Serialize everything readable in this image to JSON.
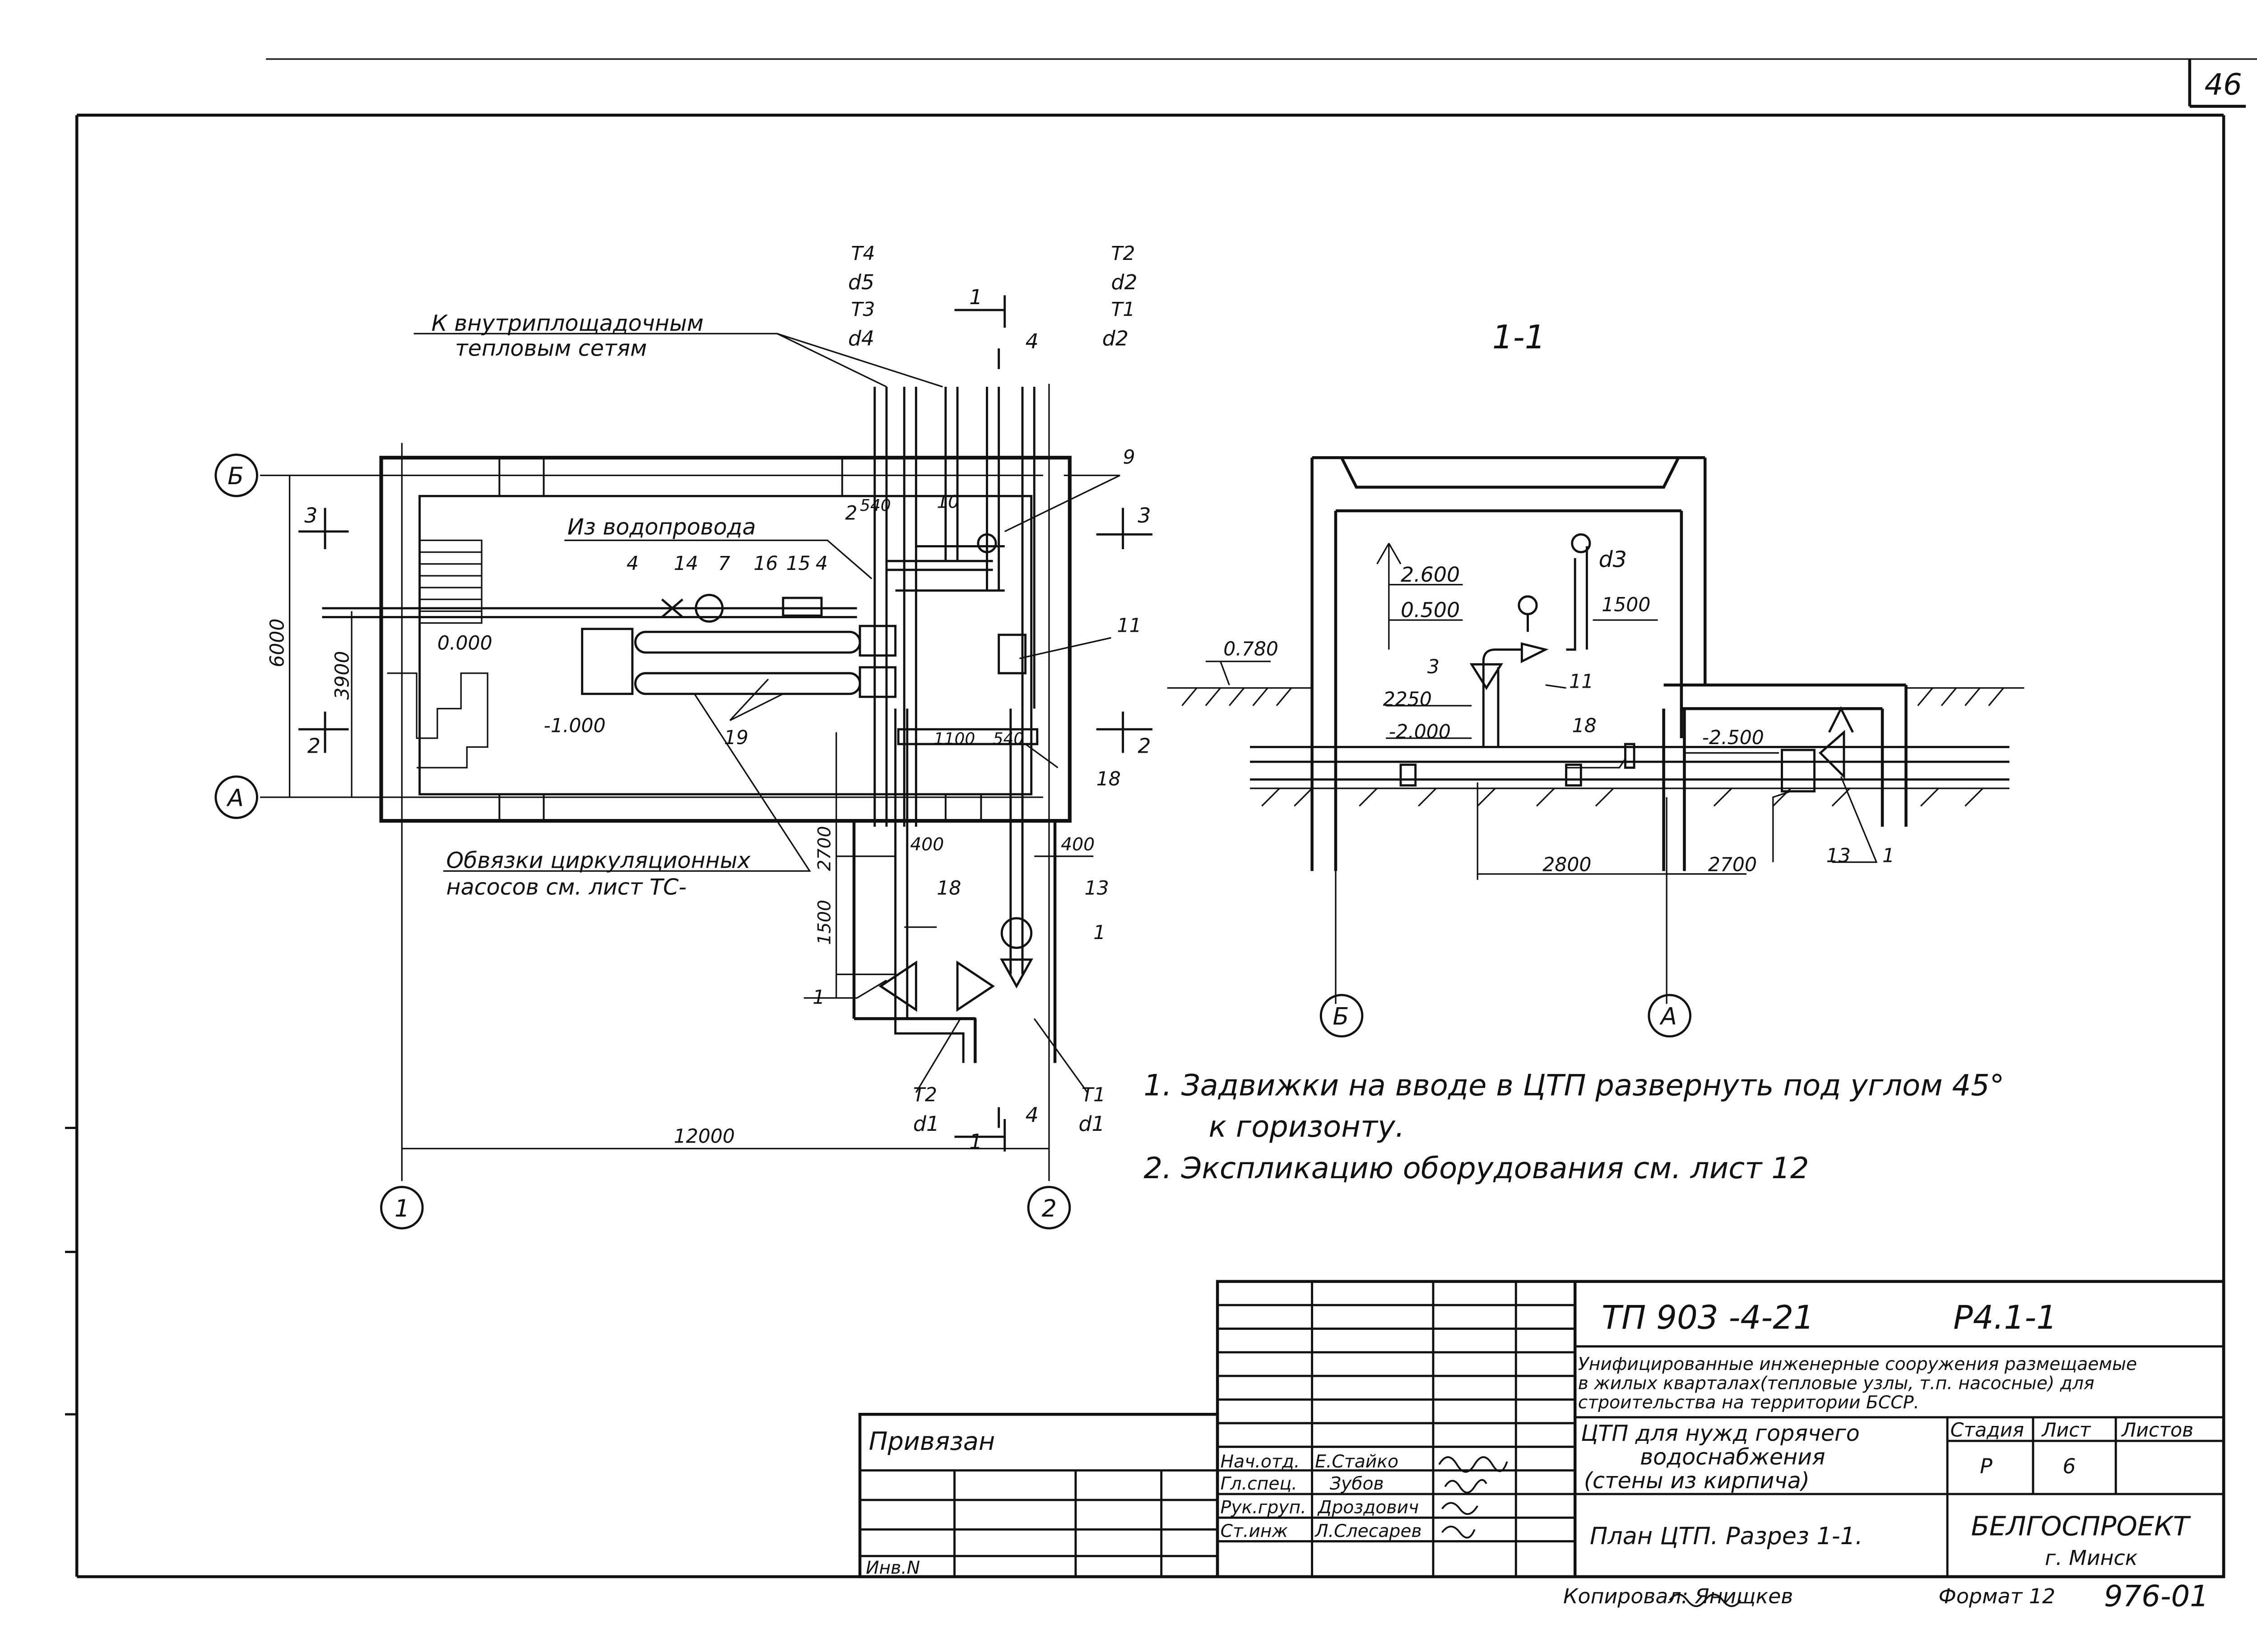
{
  "sheet_number": "46",
  "plan": {
    "label_to_networks": [
      "К внутриплощадочным",
      "тепловым сетям"
    ],
    "label_from_water": "Из водопровода",
    "label_pumps": [
      "Обвязки циркуляционных",
      "насосов см. лист ТС-"
    ],
    "axis_b": "Б",
    "axis_a": "А",
    "axis_1": "1",
    "axis_2": "2",
    "dim_6000": "6000",
    "dim_3900": "3900",
    "dim_12000": "12000",
    "dim_2700": "2700",
    "dim_1500": "1500",
    "dim_400_left": "400",
    "dim_400_right": "400",
    "dim_1100": "1100",
    "dim_540_top": "540",
    "dim_540_mid": "540",
    "mark_zero": "0.000",
    "mark_minus": "-1.000",
    "section_1": "1",
    "section_2": "2",
    "section_3": "3",
    "section_4": "4",
    "pipe_t4": "Т4",
    "pipe_d5": "d5",
    "pipe_t3": "Т3",
    "pipe_d4": "d4",
    "pipe_t2_top": "Т2",
    "pipe_d2_a": "d2",
    "pipe_t1_top": "Т1",
    "pipe_d2_b": "d2",
    "pipe_t2_bot": "Т2",
    "pipe_d1_a": "d1",
    "pipe_t1_bot": "Т1",
    "pipe_d1_b": "d1",
    "pos_4a": "4",
    "pos_14": "14",
    "pos_7": "7",
    "pos_16": "16",
    "pos_15": "15",
    "pos_4b": "4",
    "pos_2": "2",
    "pos_10": "10",
    "pos_9": "9",
    "pos_11": "11",
    "pos_19": "19",
    "pos_18_a": "18",
    "pos_18_b": "18",
    "pos_13": "13",
    "pos_1_a": "1",
    "pos_1_b": "1"
  },
  "section": {
    "title": "1-1",
    "mark_2600": "2.600",
    "mark_0500": "0.500",
    "mark_0780": "0.780",
    "mark_2000": "-2.000",
    "mark_2500": "-2.500",
    "dim_2250": "2250",
    "dim_1500": "1500",
    "dim_2800": "2800",
    "dim_2700": "2700",
    "pipe_d3": "d3",
    "pos_3": "3",
    "pos_11": "11",
    "pos_18": "18",
    "pos_13": "13",
    "pos_1": "1",
    "axis_b": "Б",
    "axis_a": "А"
  },
  "notes": [
    "1. Задвижки на вводе в ЦТП развернуть под углом 45°",
    "к горизонту.",
    "2. Экспликацию оборудования см. лист 12"
  ],
  "title_block": {
    "doc_code": "ТП 903 -4-21",
    "sheet_code": "Р4.1-1",
    "project_title": [
      "Унифицированные инженерные сооружения размещаемые",
      "в жилых кварталах(тепловые узлы, т.п. насосные) для",
      "строительства на территории БССР."
    ],
    "object_name": [
      "ЦТП для нужд горячего",
      "водоснабжения",
      "(стены из кирпича)"
    ],
    "sheet_name": "План ЦТП. Разрез 1-1.",
    "org": "БЕЛГОСПРОЕКТ",
    "city": "г. Минск",
    "col_stage": "Стадия",
    "col_sheet": "Лист",
    "col_sheets": "Листов",
    "stage": "Р",
    "sheet": "6",
    "tied": "Привязан",
    "inv": "Инв.N",
    "roles": [
      "Нач.отд.",
      "Гл.спец.",
      "Рук.груп.",
      "Ст.инж"
    ],
    "names": [
      "Е.Стайко",
      "Зубов",
      "Дроздович",
      "Л.Слесарев"
    ],
    "copied": "Копировал: Янищкев",
    "format": "Формат 12",
    "album": "976-01"
  }
}
